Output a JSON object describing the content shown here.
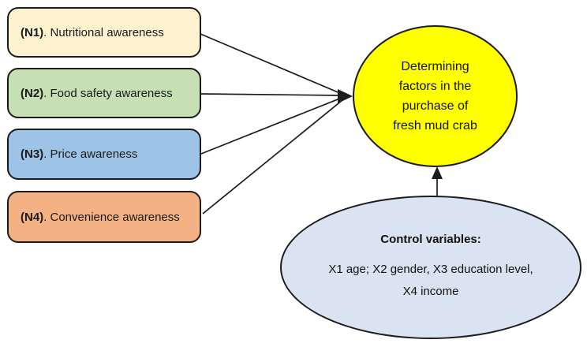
{
  "diagram": {
    "background": "#ffffff",
    "line_color": "#1b1b1b",
    "predictors": [
      {
        "tag": "(N1)",
        "label": ". Nutritional awareness",
        "fill": "#fdf2d0"
      },
      {
        "tag": "(N2)",
        "label": ". Food safety awareness",
        "fill": "#c6e0b4"
      },
      {
        "tag": "(N3)",
        "label": ". Price awareness",
        "fill": "#9dc3e6"
      },
      {
        "tag": "(N4)",
        "label": ". Convenience awareness",
        "fill": "#f4b183"
      }
    ],
    "outcome": {
      "fill": "#ffff00",
      "lines": [
        "Determining",
        "factors in the",
        "purchase of",
        "fresh mud crab"
      ]
    },
    "controls": {
      "fill": "#dae3f1",
      "title": "Control variables:",
      "lines": [
        "X1 age; X2 gender, X3 education level,",
        "X4 income"
      ]
    }
  }
}
